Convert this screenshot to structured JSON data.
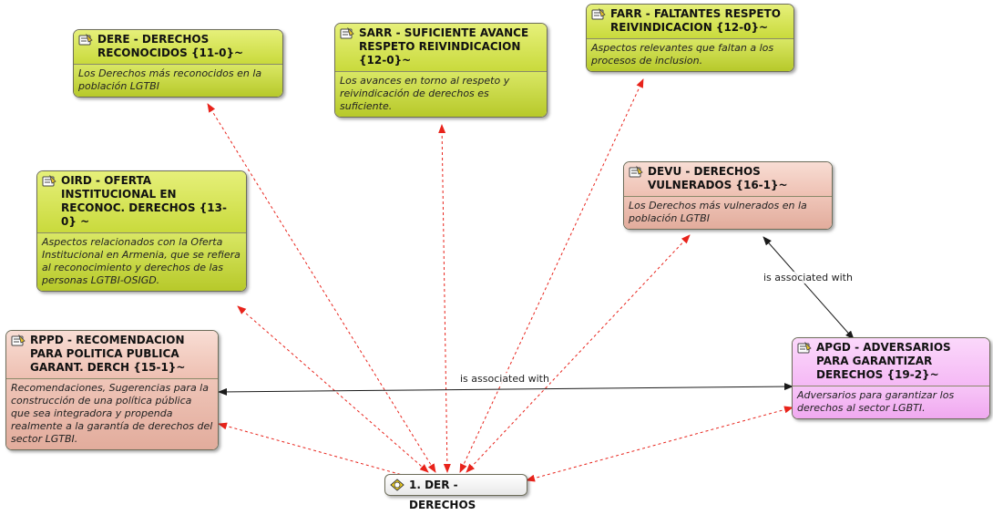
{
  "diagram": {
    "center": {
      "label": "1. DER - DERECHOS",
      "icon": "code-family-icon"
    },
    "nodes": [
      {
        "id": "dere",
        "title": "DERE - DERECHOS RECONOCIDOS {11-0}~",
        "description": "Los Derechos más reconocidos en la población LGTBI"
      },
      {
        "id": "sarr",
        "title": "SARR - SUFICIENTE AVANCE RESPETO REIVINDICACION {12-0}~",
        "description": "Los avances en torno al respeto y reivindicación de derechos es suficiente."
      },
      {
        "id": "farr",
        "title": "FARR - FALTANTES RESPETO REIVINDICACION {12-0}~",
        "description": "Aspectos relevantes que faltan a los procesos de inclusion."
      },
      {
        "id": "oird",
        "title": "OIRD - OFERTA INSTITUCIONAL EN RECONOC. DERECHOS {13-0} ~",
        "description": "Aspectos relacionados con la Oferta Institucional en Armenia, que se refiera al reconocimiento y derechos de las personas LGTBI-OSIGD."
      },
      {
        "id": "devu",
        "title": "DEVU - DERECHOS VULNERADOS {16-1}~",
        "description": "Los Derechos más vulnerados en la población LGTBI"
      },
      {
        "id": "rppd",
        "title": "RPPD - RECOMENDACION PARA POLITICA PUBLICA GARANT. DERCH {15-1}~",
        "description": "Recomendaciones, Sugerencias para la construcción de una política pública que sea integradora y propenda realmente a la garantía de derechos del sector LGTBI."
      },
      {
        "id": "apgd",
        "title": "APGD - ADVERSARIOS PARA GARANTIZAR DERECHOS {19-2}~",
        "description": "Adversarios para garantizar los derechos al sector LGBTI."
      }
    ],
    "relations": [
      {
        "label": "is associated with"
      },
      {
        "label": "is associated with"
      }
    ],
    "colors": {
      "dashed_link": "#e8231b",
      "association_link": "#1a1a1a"
    }
  }
}
